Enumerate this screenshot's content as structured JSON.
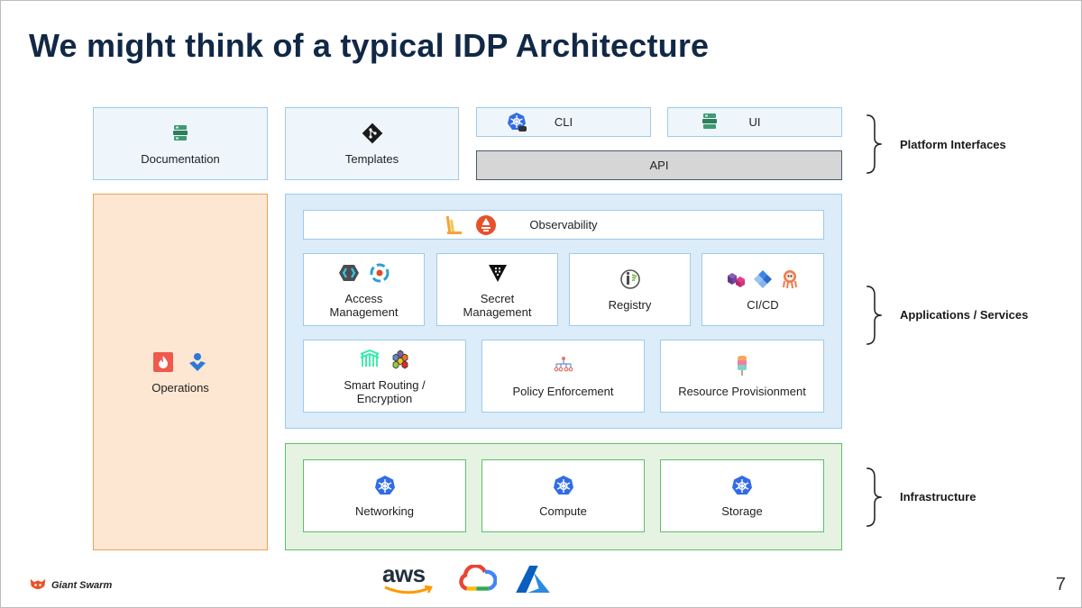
{
  "title": "We might think of a typical IDP Architecture",
  "platform": {
    "documentation": "Documentation",
    "templates": "Templates",
    "cli": "CLI",
    "ui": "UI",
    "api": "API"
  },
  "operations": "Operations",
  "apps": {
    "observability": "Observability",
    "access_management": "Access\nManagement",
    "secret_management": "Secret\nManagement",
    "registry": "Registry",
    "cicd": "CI/CD",
    "smart_routing": "Smart Routing /\nEncryption",
    "policy_enforcement": "Policy Enforcement",
    "resource_provisionment": "Resource Provisionment"
  },
  "infra": {
    "networking": "Networking",
    "compute": "Compute",
    "storage": "Storage"
  },
  "labels": {
    "platform_interfaces": "Platform Interfaces",
    "applications_services": "Applications / Services",
    "infrastructure": "Infrastructure"
  },
  "footer": {
    "brand": "Giant Swarm",
    "aws": "aws",
    "page_number": "7"
  },
  "colors": {
    "title": "#112846",
    "light_blue_fill": "#eef6fc",
    "blue_border": "#9fcbea",
    "orange_fill": "#fde6d2",
    "orange_border": "#f0a058",
    "green_fill": "#e6f3e2",
    "green_border": "#5cc06a",
    "api_fill": "#d6d6d6",
    "k8s_blue": "#326ce5"
  }
}
